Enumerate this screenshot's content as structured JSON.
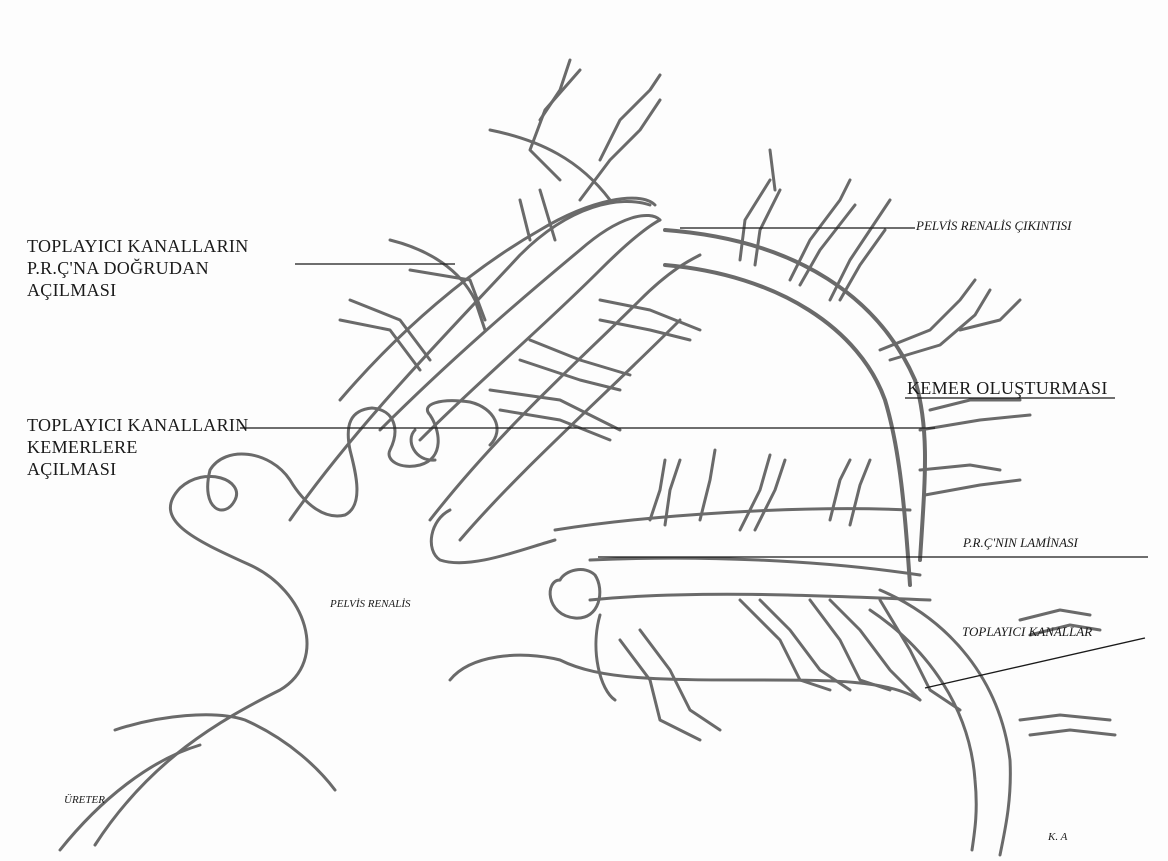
{
  "labels": {
    "pelvis_renalis_cikintisi": "PELVİS RENALİS ÇIKINTISI",
    "toplayici_dogrudan": [
      "TOPLAYICI KANALLARIN",
      "P.R.Ç'NA DOĞRUDAN",
      "AÇILMASI"
    ],
    "kemer_olusturmasi": "KEMER OLUŞTURMASI",
    "toplayici_kemerlere": [
      "TOPLAYICI KANALLARIN",
      "KEMERLERE",
      "AÇILMASI"
    ],
    "prc_laminasi": "P.R.Ç'NIN LAMİNASI",
    "pelvis_renalis": "PELVİS RENALİS",
    "toplayici_kanallar": "TOPLAYICI KANALLAR",
    "ureter": "ÜRETER",
    "signature": "K. A"
  },
  "colors": {
    "pencil": "#6a6a6a",
    "ink": "#1a1a1a",
    "paper": "#fdfdfd"
  }
}
